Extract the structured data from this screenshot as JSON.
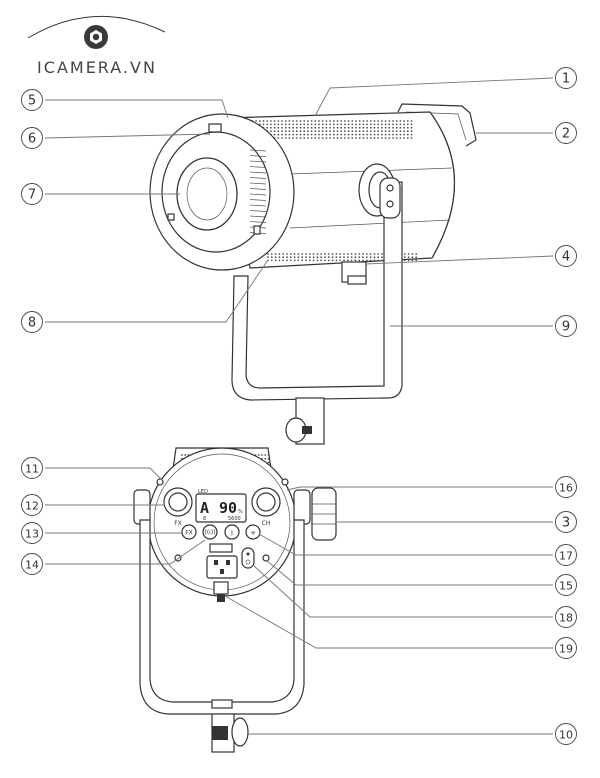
{
  "logo": {
    "text": "ICAMERA.VN",
    "emblem": "camera-aperture-logo"
  },
  "display": {
    "brand": "LED",
    "mode_glyph": "A",
    "level": "90",
    "unit": "%",
    "sub_left": "8",
    "sub_right": "5600",
    "knob_left": "FX",
    "knob_right": "CH"
  },
  "buttons": {
    "fx": "FX",
    "wireless": "((ı))",
    "bluetooth": "ᛒ",
    "light": "✳"
  },
  "callouts": [
    {
      "num": "1"
    },
    {
      "num": "2"
    },
    {
      "num": "3"
    },
    {
      "num": "4"
    },
    {
      "num": "5"
    },
    {
      "num": "6"
    },
    {
      "num": "7"
    },
    {
      "num": "8"
    },
    {
      "num": "9"
    },
    {
      "num": "10"
    },
    {
      "num": "11"
    },
    {
      "num": "12"
    },
    {
      "num": "13"
    },
    {
      "num": "14"
    },
    {
      "num": "15"
    },
    {
      "num": "16"
    },
    {
      "num": "17"
    },
    {
      "num": "18"
    },
    {
      "num": "19"
    }
  ]
}
